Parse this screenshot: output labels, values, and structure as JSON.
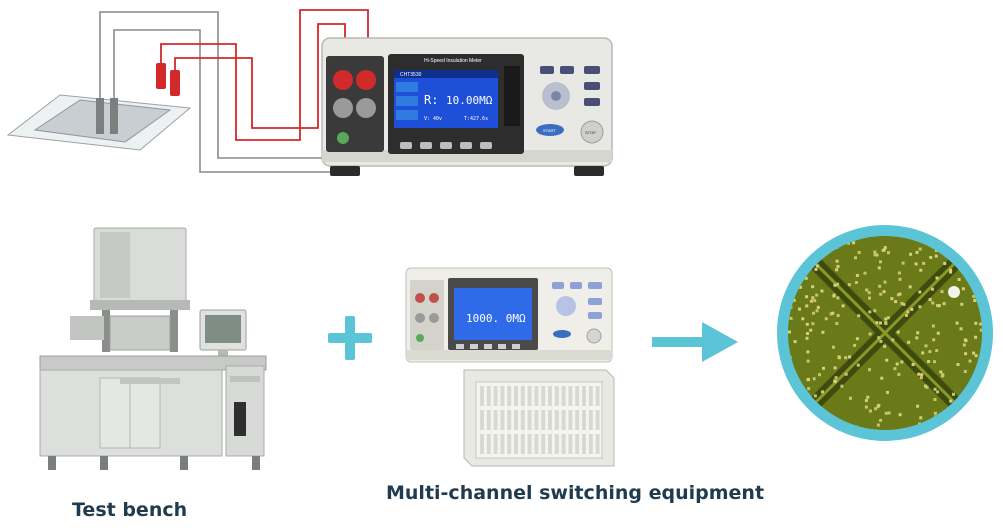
{
  "meter_top": {
    "brand": "CHT3530",
    "title": "Hi-Speed Insulation Meter",
    "reading_label": "R:",
    "reading_value": "10.00MΩ",
    "status_left": "V: 40v",
    "status_right": "T:427.6s",
    "button_start": "START",
    "button_stop": "STOP"
  },
  "meter_bottom": {
    "reading_value": "1000. 0MΩ"
  },
  "symbols": {
    "plus": "+",
    "arrow": "right-arrow"
  },
  "captions": {
    "left": "Test bench",
    "center": "Multi-channel switching equipment"
  },
  "colors": {
    "accent": "#5bc4d6",
    "wire_red": "#d22a2a",
    "wire_gray": "#8a8a8a",
    "screen_blue": "#1d4fd8",
    "pcb_green": "#6a7a18"
  }
}
